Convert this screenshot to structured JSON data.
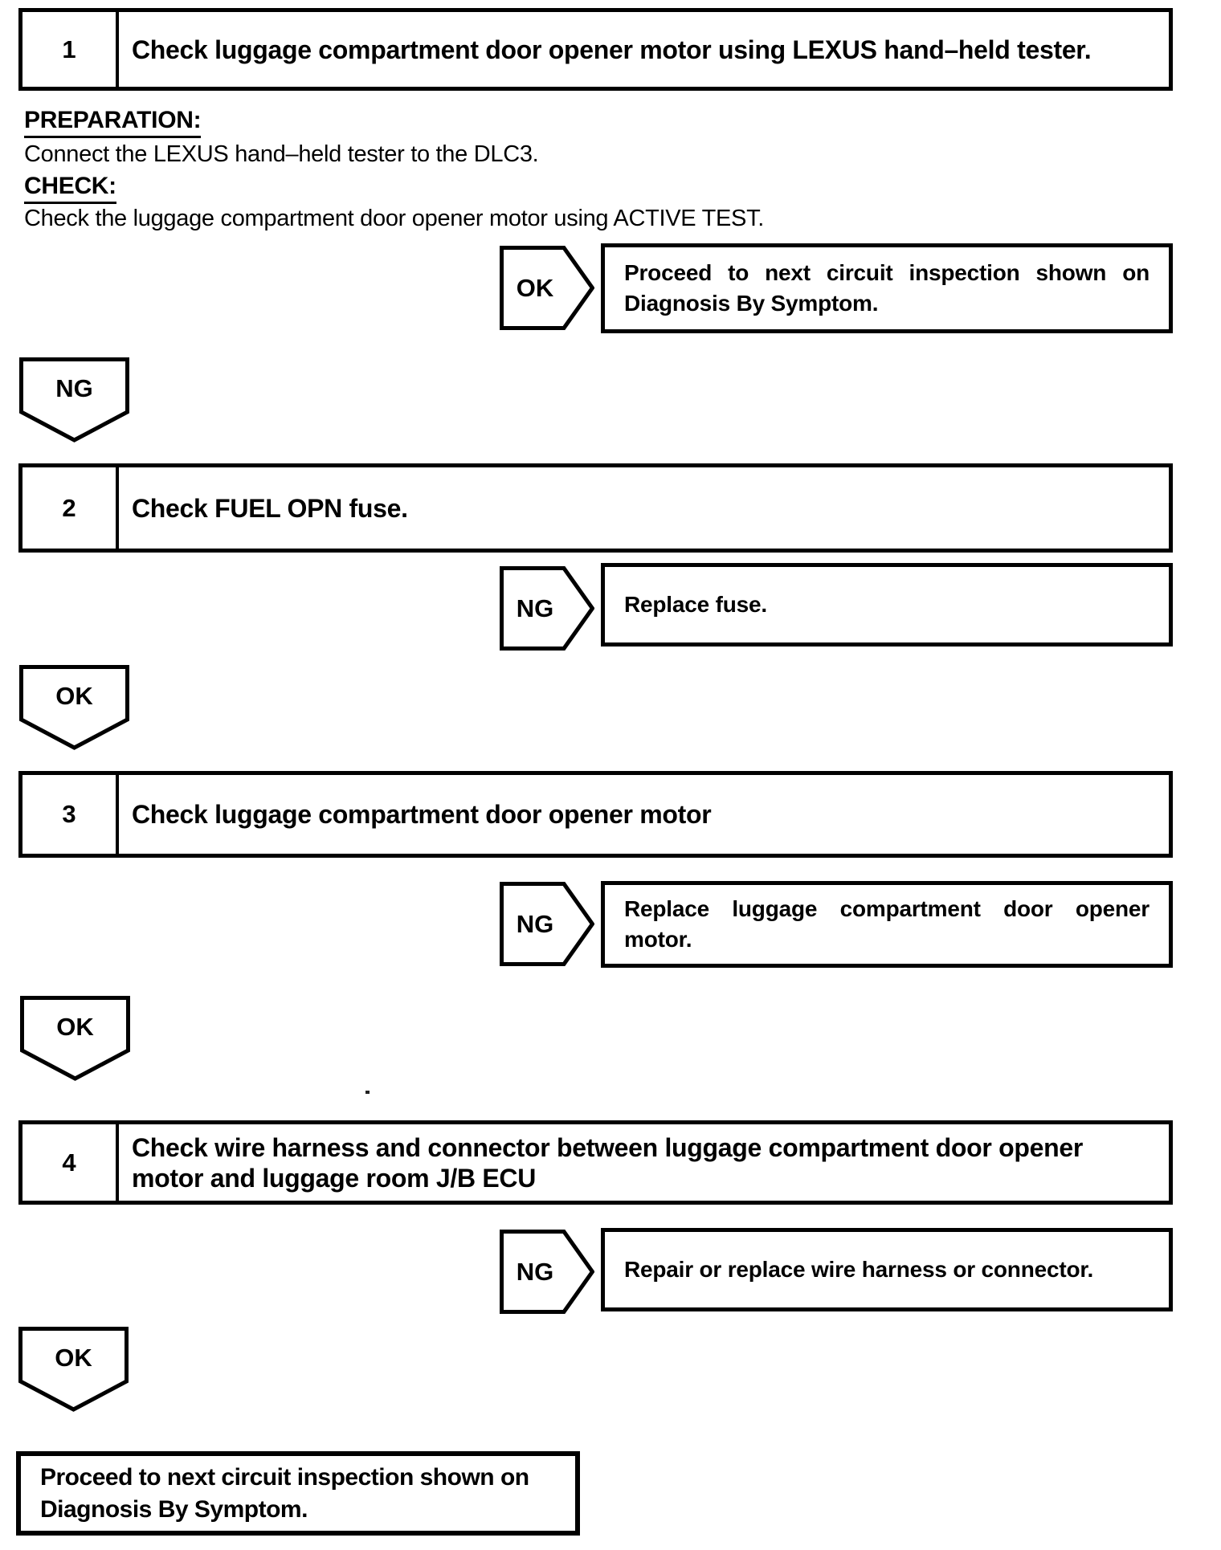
{
  "flowchart": {
    "steps": [
      {
        "number": "1",
        "title": "Check luggage compartment door opener motor using LEXUS hand–held tester."
      },
      {
        "number": "2",
        "title": "Check FUEL OPN fuse."
      },
      {
        "number": "3",
        "title": "Check luggage compartment door opener motor"
      },
      {
        "number": "4",
        "title_lines": [
          "Check wire harness and connector between luggage compartment door opener",
          "motor and luggage room J/B ECU"
        ]
      }
    ],
    "step1_details": {
      "preparation_label": "PREPARATION:",
      "preparation_text": "Connect the LEXUS hand–held tester to the DLC3.",
      "check_label": "CHECK:",
      "check_text": "Check the luggage compartment door opener motor using ACTIVE TEST."
    },
    "connectors": {
      "ok": "OK",
      "ng": "NG"
    },
    "results": {
      "r1": {
        "badge": "OK",
        "lines": [
          "Proceed to next circuit inspection shown on",
          "Diagnosis By Symptom."
        ]
      },
      "r2": {
        "badge": "NG",
        "lines": [
          "Replace fuse."
        ]
      },
      "r3": {
        "badge": "NG",
        "lines": [
          "Replace luggage compartment door opener",
          "motor."
        ]
      },
      "r4": {
        "badge": "NG",
        "lines": [
          "Repair or replace wire harness or connector."
        ]
      }
    },
    "final_box": {
      "lines": [
        "Proceed to next circuit inspection shown on",
        "Diagnosis By Symptom."
      ]
    },
    "colors": {
      "ink": "#000000",
      "paper": "#ffffff"
    }
  }
}
